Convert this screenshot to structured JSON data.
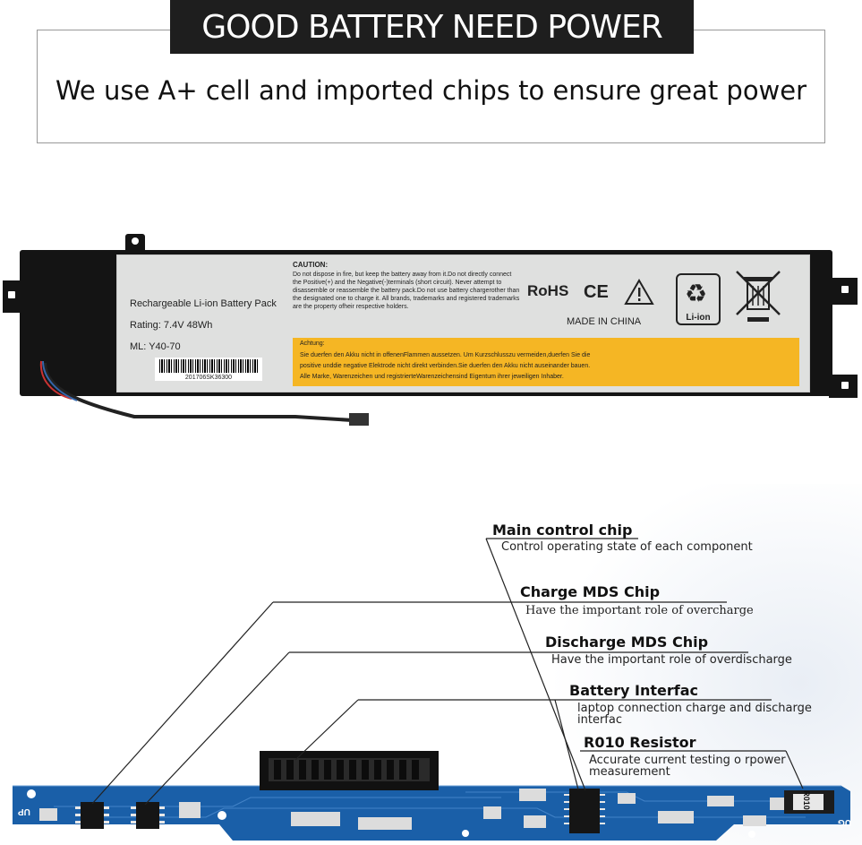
{
  "header": {
    "banner": "GOOD BATTERY NEED POWER",
    "tagline": "We use A+ cell and imported chips to ensure great power"
  },
  "battery_label": {
    "product": "Rechargeable Li-ion Battery Pack",
    "rating": "Rating: 7.4V  48Wh",
    "model": "ML: Y40-70",
    "barcode": "201706SK36300",
    "caution_title": "CAUTION:",
    "caution_body": "Do not dispose in fire, but keep the battery away from it.Do not directly connect the Positive(+) and the Negative(-)terminals (short circuit). Never attempt to disassemble or reassemble the battery pack.Do not use battery chargerother than the designated one to charge it. All brands, trademarks and registered trademarks are the property ofheir respective holders.",
    "rohs": "RoHS",
    "ce": "CE",
    "made_in": "MADE IN CHINA",
    "recycle_label": "Li-ion",
    "achtung_title": "Achtung:",
    "achtung_lines": [
      "Sie duerfen den Akku nicht in offenenFlammen aussetzen. Um Kurzschlusszu vermeiden,duerfen Sie die",
      "positive unddie negative Elektrode nicht direkt  verbinden.Sie duerfen den Akku  nicht auseinander bauen.",
      "Alle Marke, Warenzeichen und registrierteWarenzeichensind Eigentum ihrer jeweiligen Inhaber."
    ]
  },
  "pcb_callouts": {
    "main_chip_title": "Main control chip",
    "main_chip_desc": "Control operating state of each component",
    "charge_title": "Charge MDS Chip",
    "charge_desc": "Have the important role of overcharge",
    "discharge_title": "Discharge MDS Chip",
    "discharge_desc": "Have the important role of overdischarge",
    "interface_title": "Battery Interfac",
    "interface_desc": "laptop connection charge and discharge interfac",
    "resistor_title": "R010 Resistor",
    "resistor_desc": "Accurate current testing o rpower measurement"
  },
  "pcb_board": {
    "left_mark": "UP",
    "right_mark": "UG",
    "resistor_mark": "R010"
  },
  "colors": {
    "banner": "#1e1e1e",
    "label_yellow": "#f5b624",
    "pcb_blue": "#1a5fa8"
  }
}
